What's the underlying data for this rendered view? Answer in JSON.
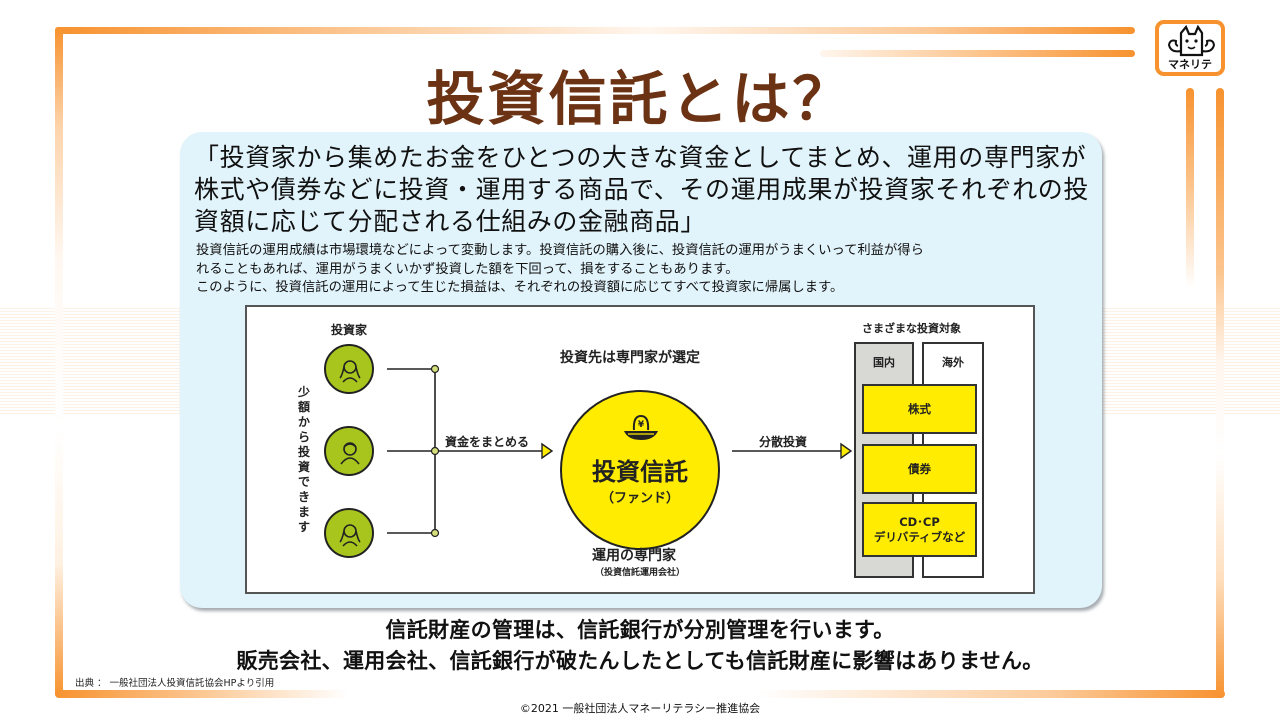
{
  "header": {
    "title": "投資信託とは？",
    "logo_text": "マネリテ"
  },
  "panel": {
    "definition": "「投資家から集めたお金をひとつの大きな資金としてまとめ、運用の専門家が株式や債券などに投資・運用する商品で、その運用成果が投資家それぞれの投資額に応じて分配される仕組みの金融商品」",
    "notes": [
      "投資信託の運用成績は市場環境などによって変動します。投資信託の購入後に、投資信託の運用がうまくいって利益が得ら",
      "れることもあれば、運用がうまくいかず投資した額を下回って、損をすることもあります。",
      "このように、投資信託の運用によって生じた損益は、それぞれの投資額に応じてすべて投資家に帰属します。"
    ]
  },
  "diagram": {
    "investors_label": "投資家",
    "small_amount_label": "少額から投資できます",
    "pool_label": "資金をまとめる",
    "selection_label": "投資先は専門家が選定",
    "fund_title": "投資信託",
    "fund_subtitle": "（ファンド）",
    "manager_label": "運用の専門家",
    "manager_sub": "（投資信託運用会社）",
    "diversify_label": "分散投資",
    "targets_label": "さまざまな投資対象",
    "domestic_label": "国内",
    "foreign_label": "海外",
    "assets": [
      "株式",
      "債券",
      "CD･CP",
      "デリバティブなど"
    ],
    "colors": {
      "investor": "#a8c51e",
      "fund": "#ffec00",
      "domestic": "#d8d8d4"
    }
  },
  "footer": {
    "line1": "信託財産の管理は、信託銀行が分別管理を行います。",
    "line2": "販売会社、運用会社、信託銀行が破たんしたとしても信託財産に影響はありません。",
    "source": "出典 ： 一般社団法人投資信託協会HPより引用",
    "copyright": "©2021 一般社団法人マネーリテラシー推進協会"
  },
  "theme": {
    "accent": "#f7922f",
    "title_color": "#6b3214",
    "panel_bg": "#e2f4fb"
  }
}
